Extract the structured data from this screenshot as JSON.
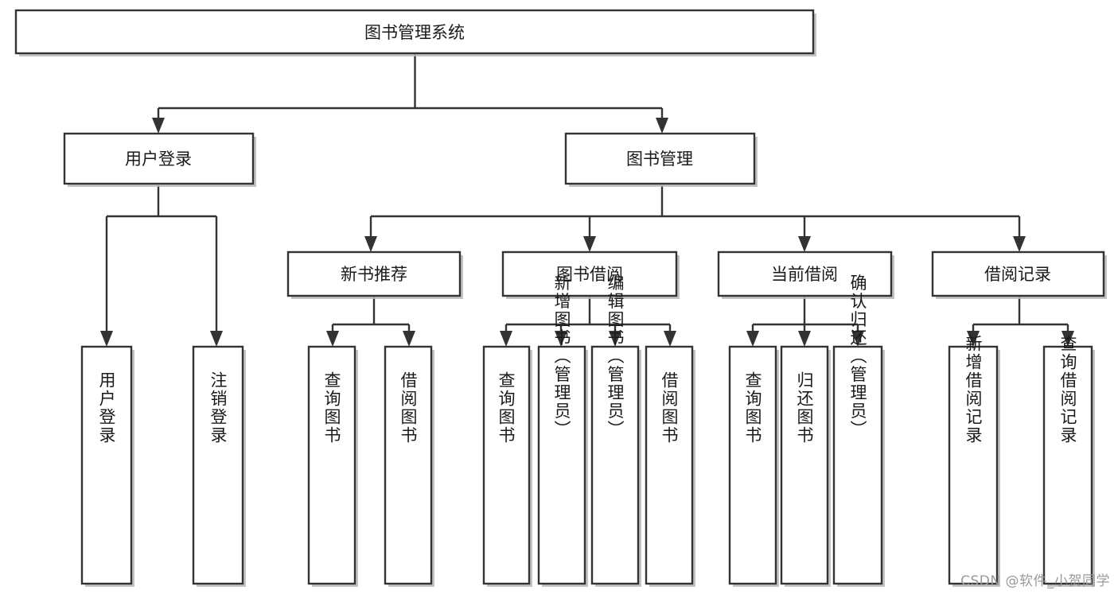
{
  "diagram": {
    "title": "图书管理系统",
    "type": "tree-hierarchy",
    "watermark": "CSDN @软件_小贺同学",
    "colors": {
      "box_fill": "#ffffff",
      "box_stroke": "#333333",
      "text": "#1a1a1a",
      "watermark": "#9a9a9a",
      "background": "#ffffff"
    },
    "root": {
      "label": "图书管理系统",
      "level": 0
    },
    "level2": [
      {
        "id": "user-login",
        "label": "用户登录"
      },
      {
        "id": "book-manage",
        "label": "图书管理"
      }
    ],
    "level3": [
      {
        "id": "new-book-recommend",
        "label": "新书推荐",
        "parent": "book-manage"
      },
      {
        "id": "book-borrow",
        "label": "图书借阅",
        "parent": "book-manage"
      },
      {
        "id": "current-borrow",
        "label": "当前借阅",
        "parent": "book-manage"
      },
      {
        "id": "borrow-record",
        "label": "借阅记录",
        "parent": "book-manage"
      }
    ],
    "leaves": {
      "user-login": [
        {
          "id": "leaf-user-login",
          "label": "用户登录"
        },
        {
          "id": "leaf-logout",
          "label": "注销登录"
        }
      ],
      "new-book-recommend": [
        {
          "id": "leaf-query-book-1",
          "label": "查询图书"
        },
        {
          "id": "leaf-borrow-book-1",
          "label": "借阅图书"
        }
      ],
      "book-borrow": [
        {
          "id": "leaf-query-book-2",
          "label": "查询图书"
        },
        {
          "id": "leaf-add-book",
          "label": "新增图书（管理员）"
        },
        {
          "id": "leaf-edit-book",
          "label": "编辑图书（管理员）"
        },
        {
          "id": "leaf-borrow-book-2",
          "label": "借阅图书"
        }
      ],
      "current-borrow": [
        {
          "id": "leaf-query-book-3",
          "label": "查询图书"
        },
        {
          "id": "leaf-return-book",
          "label": "归还图书"
        },
        {
          "id": "leaf-confirm-return",
          "label": "确认归还（管理员）"
        }
      ],
      "borrow-record": [
        {
          "id": "leaf-add-record",
          "label": "新增借阅记录"
        },
        {
          "id": "leaf-query-record",
          "label": "查询借阅记录"
        }
      ]
    }
  }
}
